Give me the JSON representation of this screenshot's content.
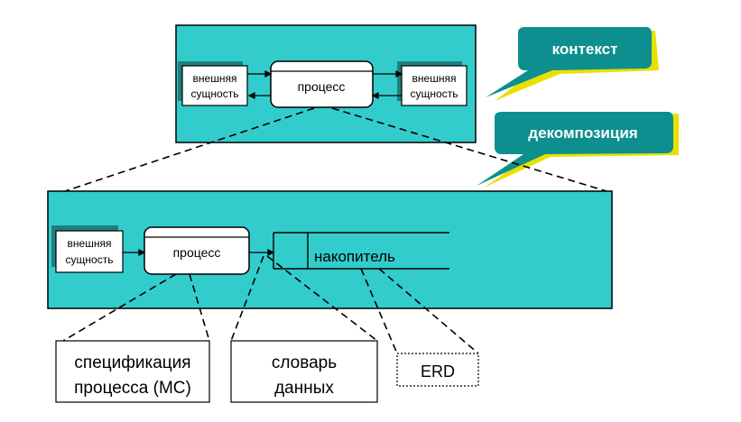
{
  "colors": {
    "panel": "#33cccc",
    "callout": "#0d8f8f",
    "callout_shadow": "#e8e000",
    "shadow": "#1f7f7f",
    "line": "#000000",
    "background": "#ffffff"
  },
  "context_diagram": {
    "external_entity_left": [
      "внешняя",
      "сущность"
    ],
    "process": "процесс",
    "external_entity_right": [
      "внешняя",
      "сущность"
    ]
  },
  "callouts": {
    "context": "контекст",
    "decomposition": "декомпозиция"
  },
  "decomposition_diagram": {
    "external_entity": [
      "внешняя",
      "сущность"
    ],
    "process": "процесс",
    "data_store": "накопитель"
  },
  "artifacts": {
    "process_spec": [
      "спецификация",
      "процесса (МС)"
    ],
    "data_dictionary": [
      "словарь",
      "данных"
    ],
    "erd": "ERD"
  }
}
